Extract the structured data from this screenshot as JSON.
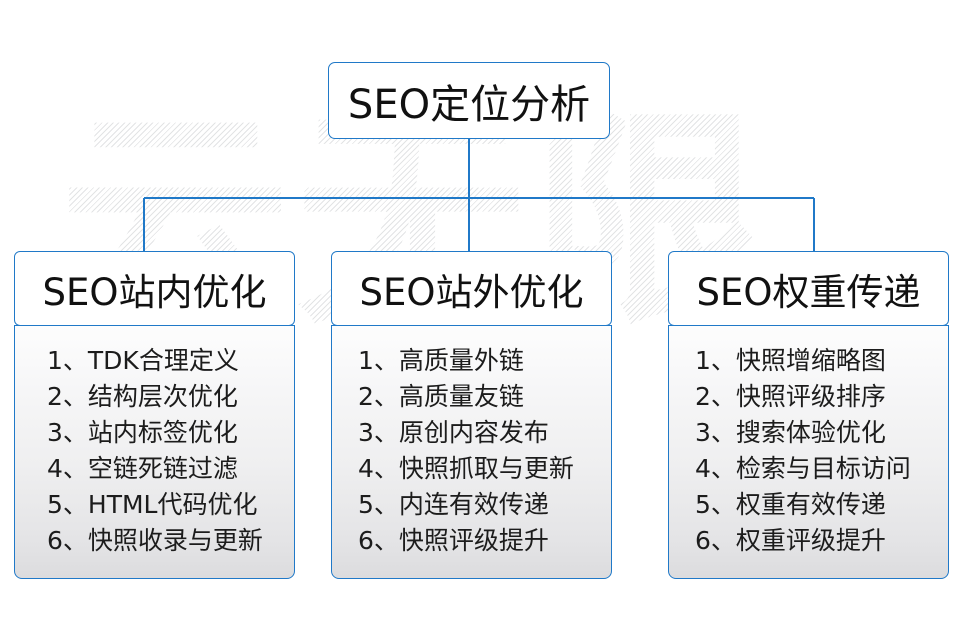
{
  "diagram": {
    "title": {
      "label": "SEO定位分析"
    },
    "accent_color": "#2079c8",
    "watermark": {
      "text": "云无限"
    },
    "columns": [
      {
        "header": "SEO站内优化",
        "items": [
          {
            "num": "1、",
            "label": "TDK合理定义"
          },
          {
            "num": "2、",
            "label": "结构层次优化"
          },
          {
            "num": "3、",
            "label": "站内标签优化"
          },
          {
            "num": "4、",
            "label": "空链死链过滤"
          },
          {
            "num": "5、",
            "label": "HTML代码优化"
          },
          {
            "num": "6、",
            "label": "快照收录与更新"
          }
        ]
      },
      {
        "header": "SEO站外优化",
        "items": [
          {
            "num": "1、",
            "label": "高质量外链"
          },
          {
            "num": "2、",
            "label": "高质量友链"
          },
          {
            "num": "3、",
            "label": "原创内容发布"
          },
          {
            "num": "4、",
            "label": "快照抓取与更新"
          },
          {
            "num": "5、",
            "label": "内连有效传递"
          },
          {
            "num": "6、",
            "label": "快照评级提升"
          }
        ]
      },
      {
        "header": "SEO权重传递",
        "items": [
          {
            "num": "1、",
            "label": "快照增缩略图"
          },
          {
            "num": "2、",
            "label": "快照评级排序"
          },
          {
            "num": "3、",
            "label": "搜索体验优化"
          },
          {
            "num": "4、",
            "label": "检索与目标访问"
          },
          {
            "num": "5、",
            "label": "权重有效传递"
          },
          {
            "num": "6、",
            "label": "权重评级提升"
          }
        ]
      }
    ]
  }
}
